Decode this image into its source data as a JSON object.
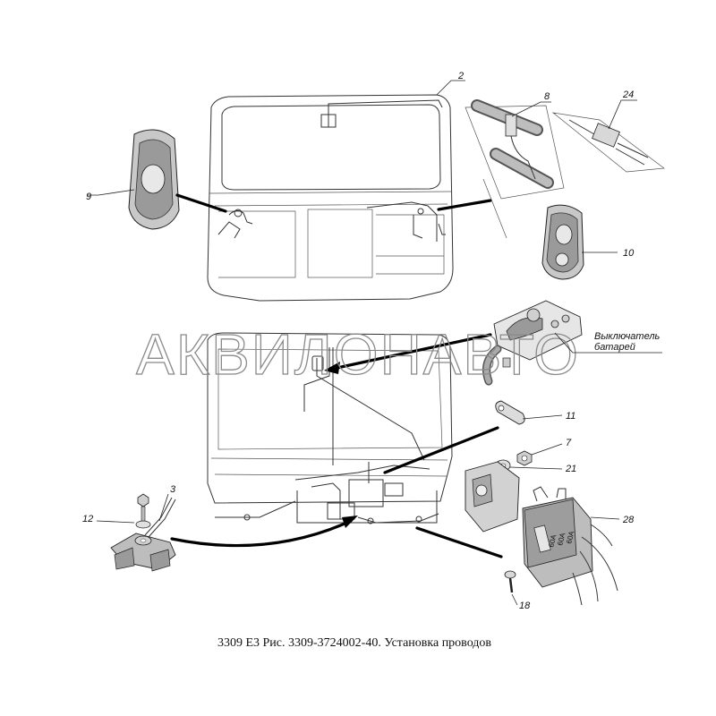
{
  "caption": "3309 Е3 Рис. 3309-3724002-40. Установка проводов",
  "watermark": "АКВИЛОНАВТО",
  "callouts": {
    "c2": "2",
    "c8": "8",
    "c24": "24",
    "c9": "9",
    "c10": "10",
    "c3": "3",
    "c12": "12",
    "c11": "11",
    "c7": "7",
    "c21": "21",
    "c28": "28",
    "c18": "18"
  },
  "battery_switch_label": {
    "line1": "Выключатель",
    "line2": "батарей"
  },
  "fuse_labels": {
    "f1": "60А",
    "f2": "60А",
    "f3": "60А"
  }
}
